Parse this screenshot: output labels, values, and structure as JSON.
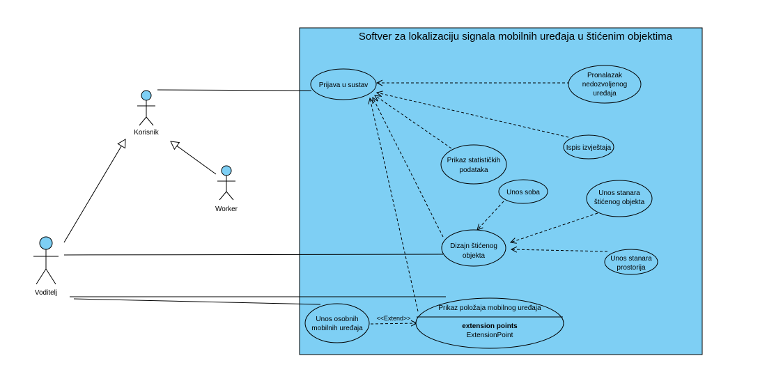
{
  "colors": {
    "system_fill": "#7ecff4",
    "usecase_fill": "#7ecff4",
    "actor_fill": "#7ecff4",
    "line": "#000000"
  },
  "system": {
    "title": "Softver za lokalizaciju signala mobilnih uređaja u štićenim objektima"
  },
  "actors": {
    "korisnik": "Korisnik",
    "worker": "Worker",
    "voditelj": "Voditelj"
  },
  "usecases": {
    "prijava": [
      "Prijava u sustav"
    ],
    "pronalazak": [
      "Pronalazak",
      "nedozvoljenog",
      "uređaja"
    ],
    "ispis": [
      "Ispis izvještaja"
    ],
    "statistika": [
      "Prikaz statističkih",
      "podataka"
    ],
    "unos_soba": [
      "Unos soba"
    ],
    "unos_stanara_obj": [
      "Unos stanara",
      "štićenog objekta"
    ],
    "dizajn": [
      "Dizajn štićenog",
      "objekta"
    ],
    "unos_stanara_pros": [
      "Unos stanara",
      "prostorija"
    ],
    "unos_osobnih": [
      "Unos osobnih",
      "mobilnih uređaja"
    ],
    "prikaz_polozaja": {
      "name": "Prikaz položaja mobilnog uređaja",
      "compartment_title": "extension points",
      "compartment_item": "ExtensionPoint"
    }
  },
  "relations": {
    "extend_label": "<<Extend>>"
  }
}
